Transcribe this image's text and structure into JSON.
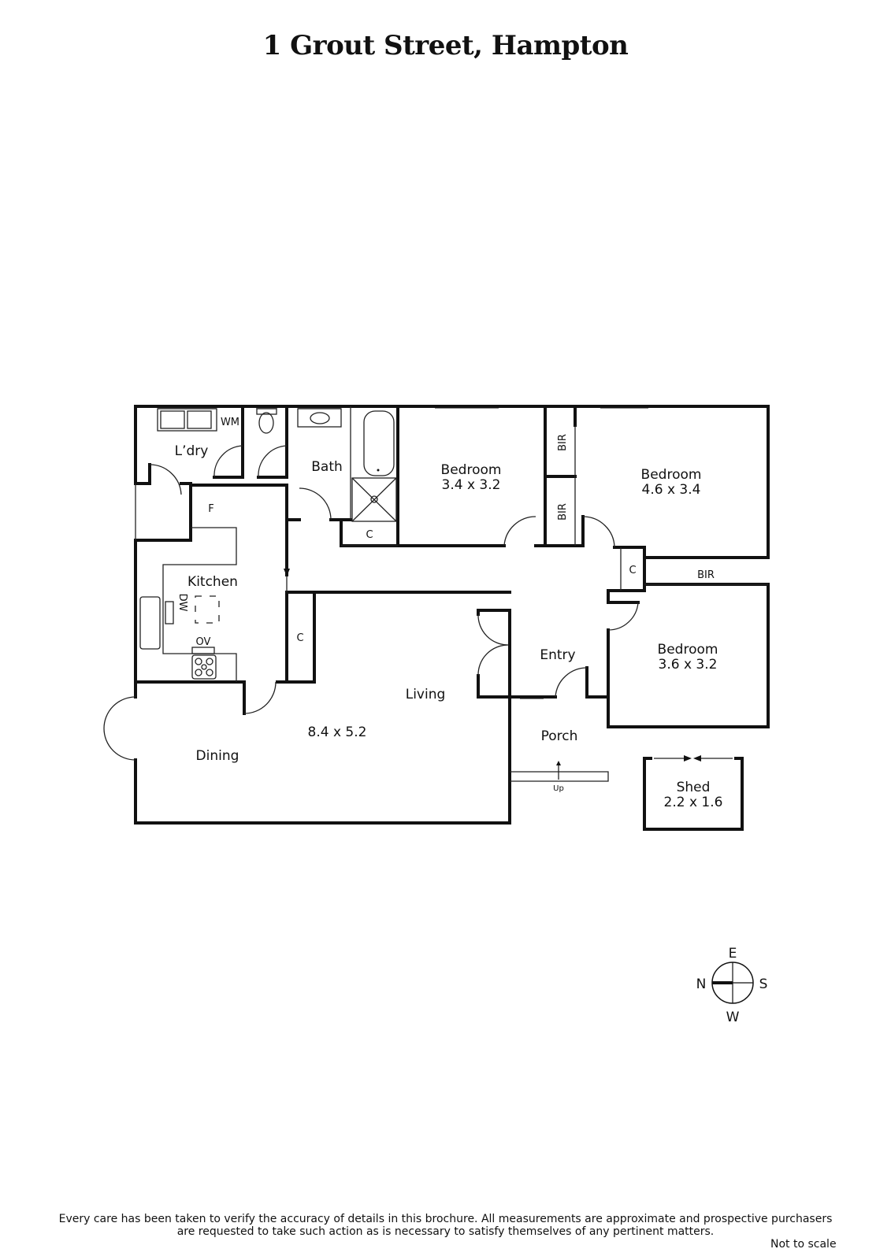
{
  "title": "1 Grout Street, Hampton",
  "rooms": {
    "laundry": "L’dry",
    "wm": "WM",
    "bath": "Bath",
    "bedroom1": {
      "name": "Bedroom",
      "size": "3.4 x 3.2"
    },
    "bedroom2": {
      "name": "Bedroom",
      "size": "4.6 x 3.4"
    },
    "bedroom3": {
      "name": "Bedroom",
      "size": "3.6 x 3.2"
    },
    "bir": "BIR",
    "closet": "C",
    "fridge": "F",
    "kitchen": "Kitchen",
    "dw": "DW",
    "ov": "OV",
    "entry": "Entry",
    "living": "Living",
    "living_size": "8.4 x 5.2",
    "dining": "Dining",
    "porch": "Porch",
    "up": "Up",
    "shed": {
      "name": "Shed",
      "size": "2.2 x 1.6"
    }
  },
  "compass": {
    "n": "N",
    "e": "E",
    "s": "S",
    "w": "W"
  },
  "disclaimer": {
    "line1": "Every care has been taken to verify the accuracy of details in this brochure.  All measurements are approximate and prospective purchasers",
    "line2": "are requested to take such action as is necessary to satisfy themselves of any pertinent matters."
  },
  "not_to_scale": "Not to scale"
}
